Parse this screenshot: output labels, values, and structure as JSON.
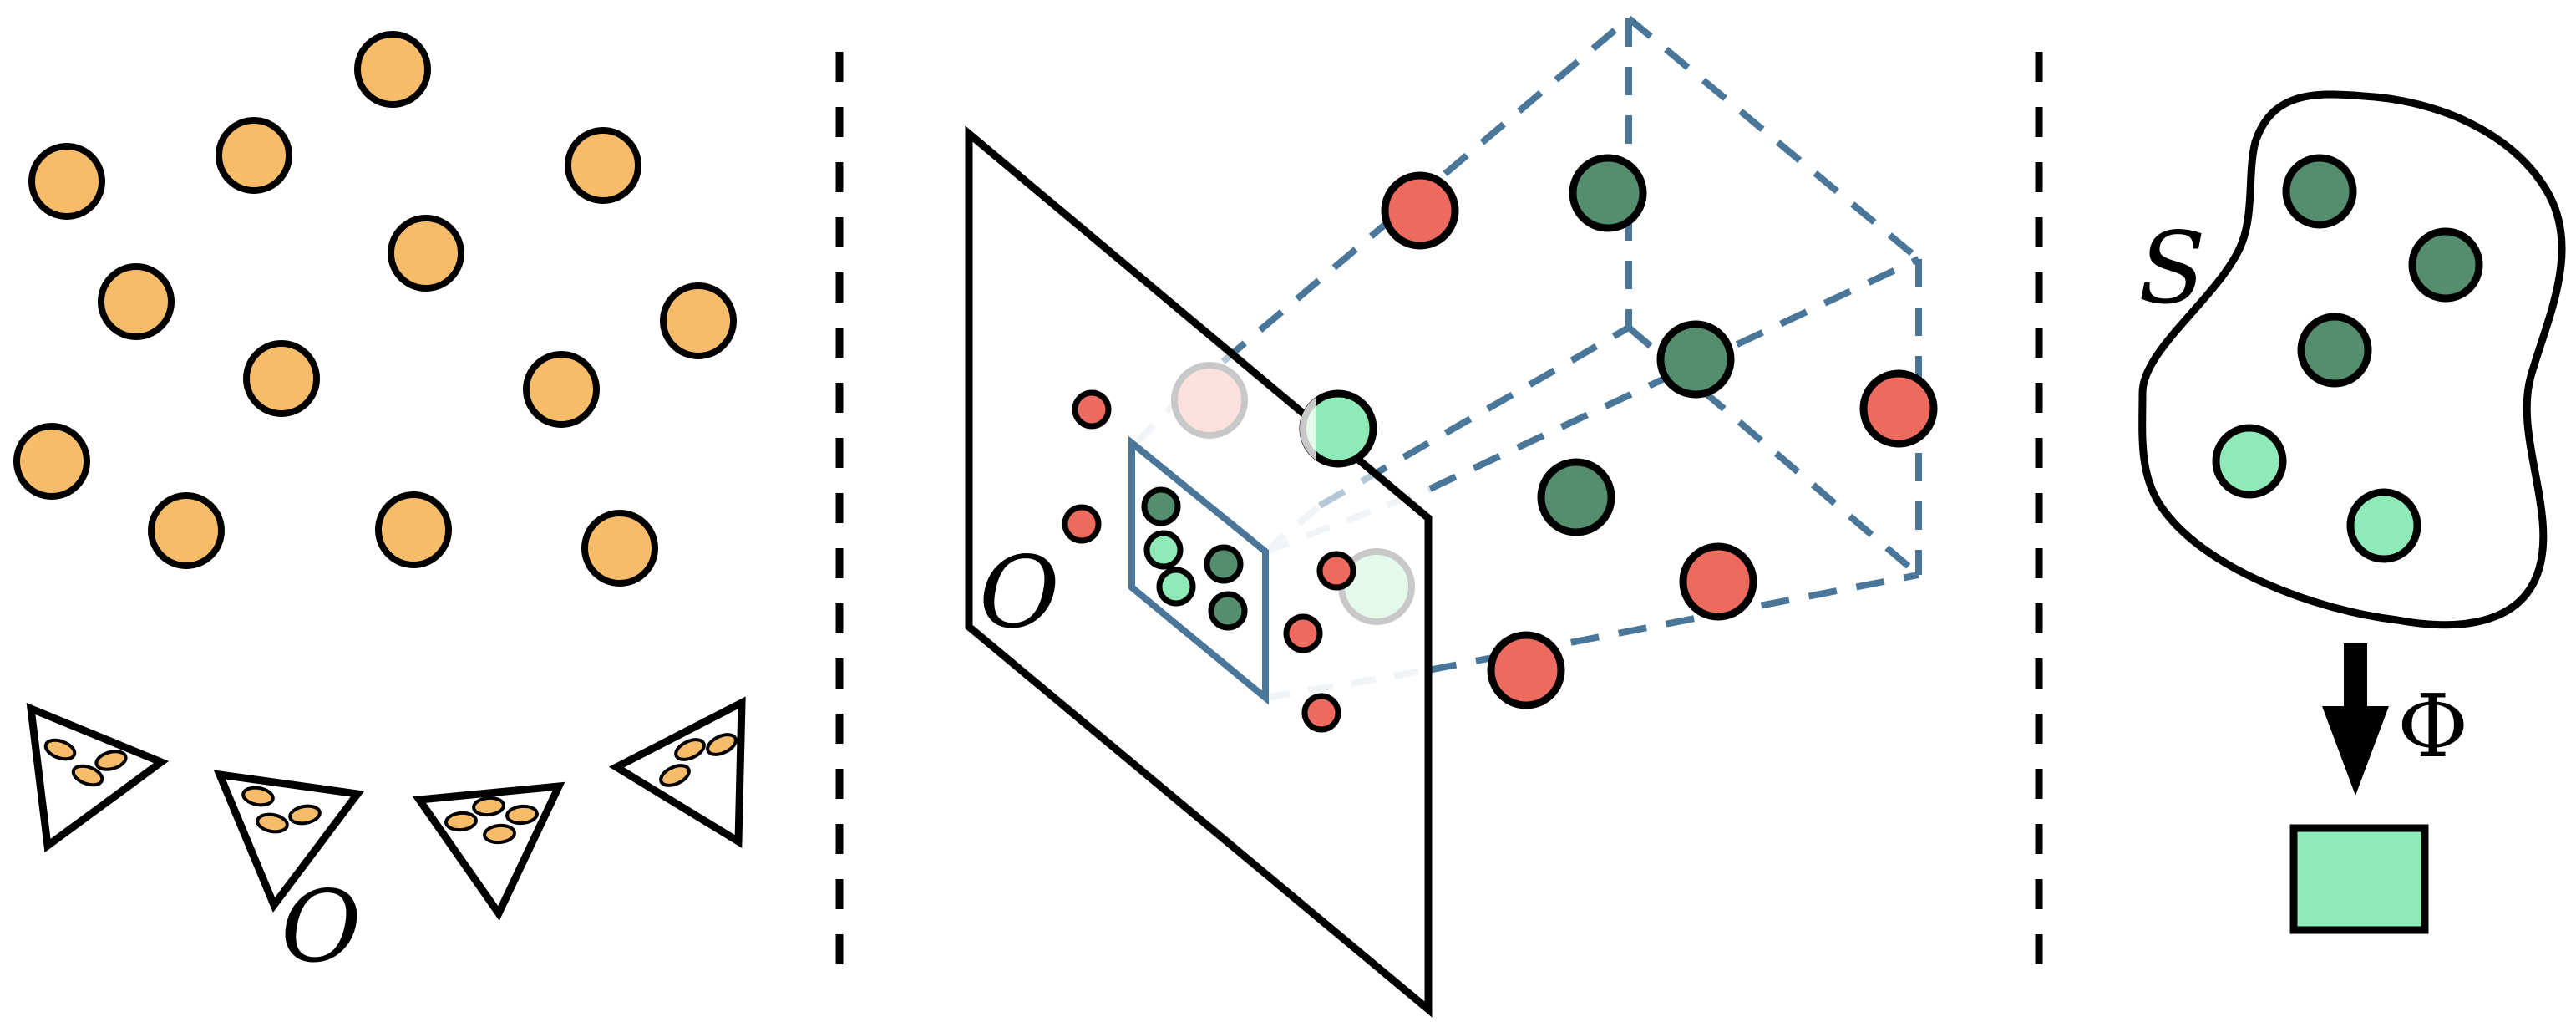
{
  "labels": {
    "left_o": "O",
    "middle_o": "O",
    "set_s": "S",
    "phi": "Φ"
  },
  "colors": {
    "orange": "#F6BC6A",
    "red": "#EC6B5E",
    "dark_green": "#548E6E",
    "light_green": "#8EEAB7",
    "frustum_blue": "#4A769A",
    "outline": "#000000"
  }
}
